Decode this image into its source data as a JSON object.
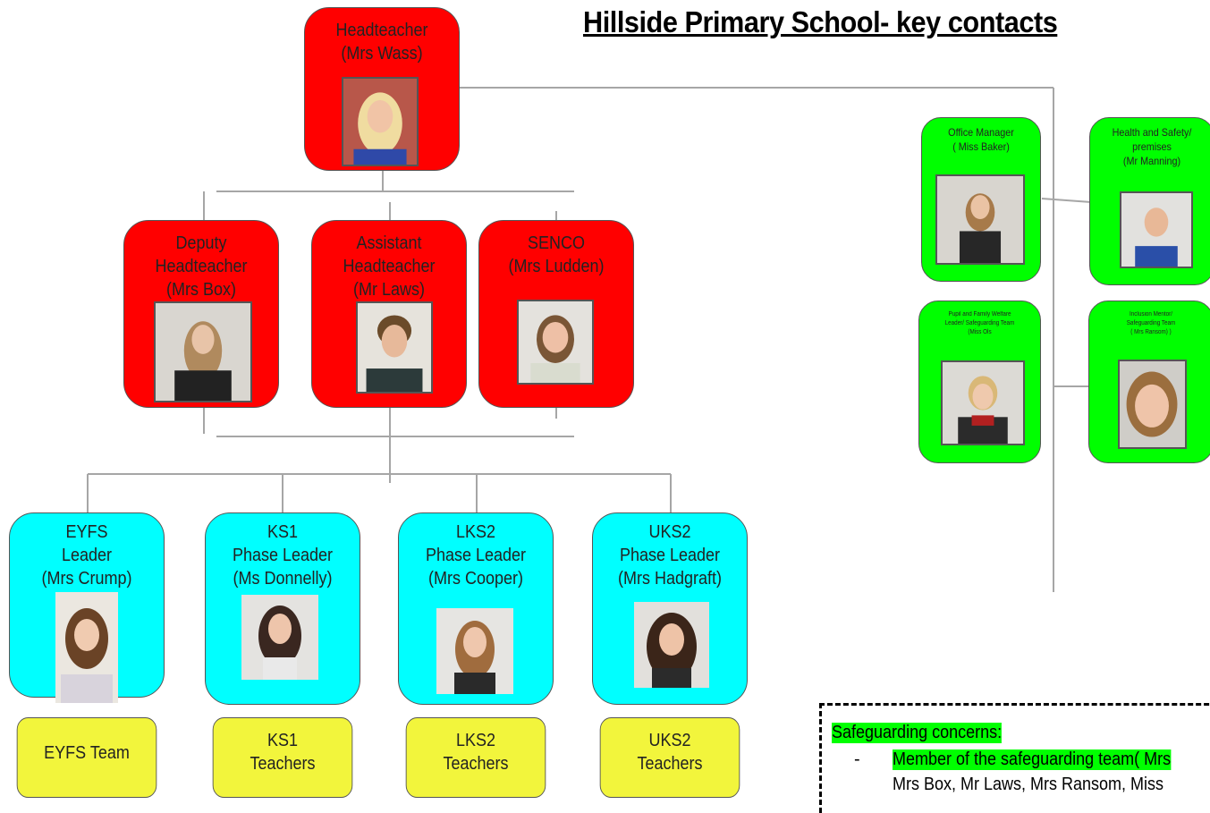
{
  "title": "Hillside Primary School- key contacts",
  "nodes": {
    "head": {
      "label": "Headteacher\n(Mrs Wass)"
    },
    "deputy": {
      "label": "Deputy\nHeadteacher\n(Mrs Box)"
    },
    "assistant": {
      "label": "Assistant\nHeadteacher\n(Mr Laws)"
    },
    "senco": {
      "label": "SENCO\n(Mrs Ludden)"
    },
    "office": {
      "label": "Office Manager\n( Miss Baker)"
    },
    "health": {
      "label": "Health and Safety/\npremises\n(Mr Manning)"
    },
    "pupil": {
      "label": "Pupil and Family Welfare\nLeader/ Safeguarding Team\n(Miss Ols"
    },
    "inclusion": {
      "label": "Inclusion Mentor/\nSafeguarding Team\n( Mrs Ransom) )"
    },
    "eyfs": {
      "label": "EYFS\nLeader\n(Mrs Crump)"
    },
    "ks1": {
      "label": "KS1\nPhase Leader\n(Ms Donnelly)"
    },
    "lks2": {
      "label": "LKS2\nPhase Leader\n(Mrs Cooper)"
    },
    "uks2": {
      "label": "UKS2\nPhase Leader\n(Mrs Hadgraft)"
    }
  },
  "teams": {
    "eyfs": "EYFS Team",
    "ks1": "KS1\nTeachers",
    "lks2": "LKS2\nTeachers",
    "uks2": "UKS2\nTeachers"
  },
  "safeguarding": {
    "heading": "Safeguarding concerns:",
    "bullet": "-",
    "item_line1": "Member of the safeguarding team( Mrs",
    "item_line2": "Mrs Box, Mr Laws, Mrs Ransom, Miss"
  },
  "colors": {
    "senior": "#ff0000",
    "support": "#00ff00",
    "phase": "#00ffff",
    "team": "#f2f53c",
    "connector": "#a6a6a6"
  }
}
